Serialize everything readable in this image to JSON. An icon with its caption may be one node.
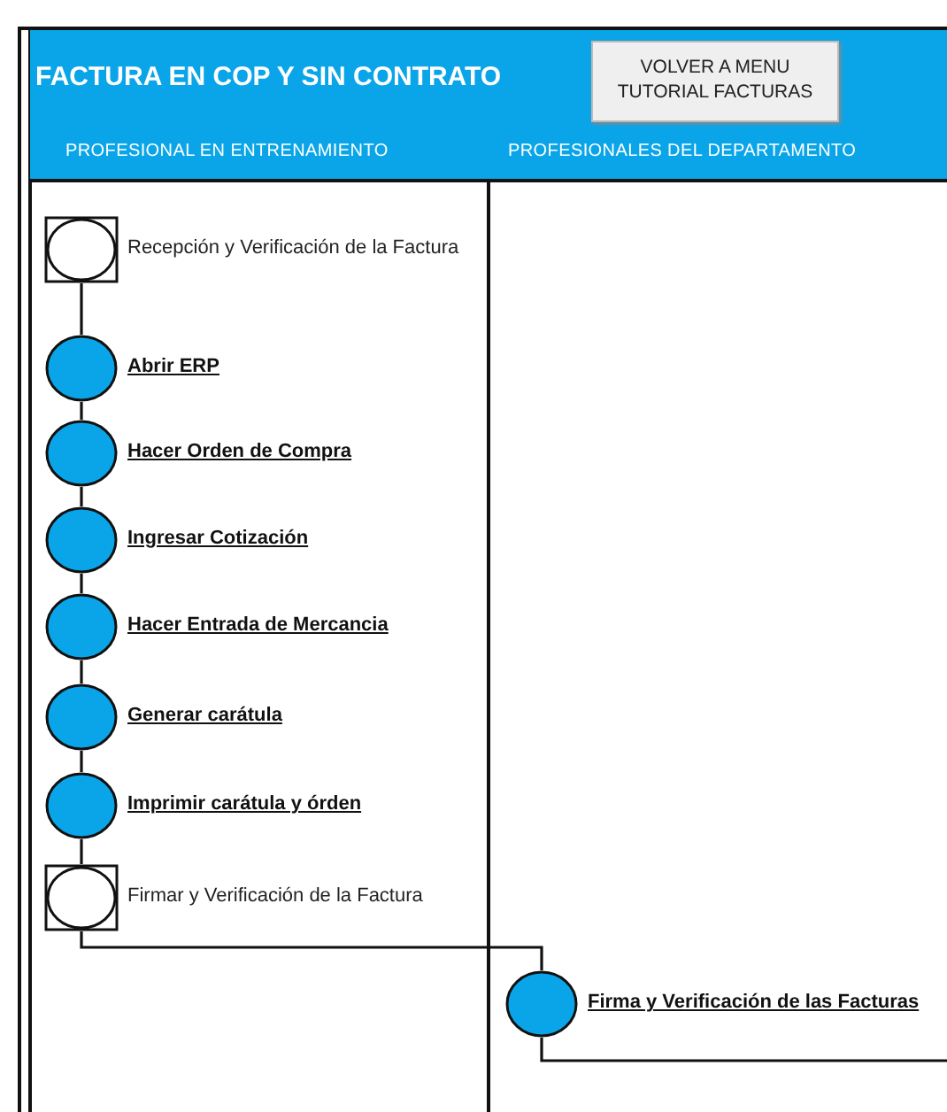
{
  "diagram": {
    "title": "FACTURA EN COP Y SIN CONTRATO",
    "nodes": [
      {
        "text": [
          "VOLVER A MENU TUTORIAL FACTURAS"
        ]
      },
      {
        "text": [
          "PROFESIONAL EN ENTRENAMIENTO"
        ]
      },
      {
        "text": [
          "PROFESIONALES DEL DEPARTAMENTO"
        ]
      },
      {
        "text": [],
        "shape": "box",
        "beside": [
          "Recepción y Verificación de la Factura"
        ],
        "in": 1
      },
      {
        "text": [],
        "shape": "circle",
        "beside": [
          "Abrir ERP"
        ],
        "in": 1
      },
      {
        "text": [],
        "shape": "circle",
        "beside": [
          "Hacer Orden de Compra"
        ],
        "in": 1
      },
      {
        "text": [],
        "shape": "circle",
        "beside": [
          "Ingresar Cotización"
        ],
        "in": 1
      },
      {
        "text": [],
        "shape": "circle",
        "beside": [
          "Hacer Entrada de Mercancia"
        ],
        "in": 1
      },
      {
        "text": [],
        "shape": "circle",
        "beside": [
          "Generar carátula"
        ],
        "in": 1
      },
      {
        "text": [],
        "shape": "circle",
        "beside": [
          "Imprimir carátula y órden"
        ],
        "in": 1
      },
      {
        "text": [],
        "shape": "box",
        "beside": [
          "Firmar y Verificación de la Factura"
        ],
        "in": 1
      },
      {
        "text": [],
        "shape": "circle",
        "beside": [
          "Firma y Verificación de las Facturas"
        ],
        "in": 2
      }
    ],
    "edges": [
      {
        "from": 3,
        "to": 4,
        "arrow": "none"
      },
      {
        "from": 4,
        "to": 5,
        "arrow": "none"
      },
      {
        "from": 5,
        "to": 6,
        "arrow": "none"
      },
      {
        "from": 6,
        "to": 7,
        "arrow": "none"
      },
      {
        "from": 7,
        "to": 8,
        "arrow": "none"
      },
      {
        "from": 8,
        "to": 9,
        "arrow": "none"
      },
      {
        "from": 9,
        "to": 10,
        "arrow": "none"
      },
      {
        "from": 10,
        "to": 11,
        "arrow": "none"
      },
      {
        "from": 11,
        "to": null,
        "arrow": "none"
      }
    ]
  }
}
